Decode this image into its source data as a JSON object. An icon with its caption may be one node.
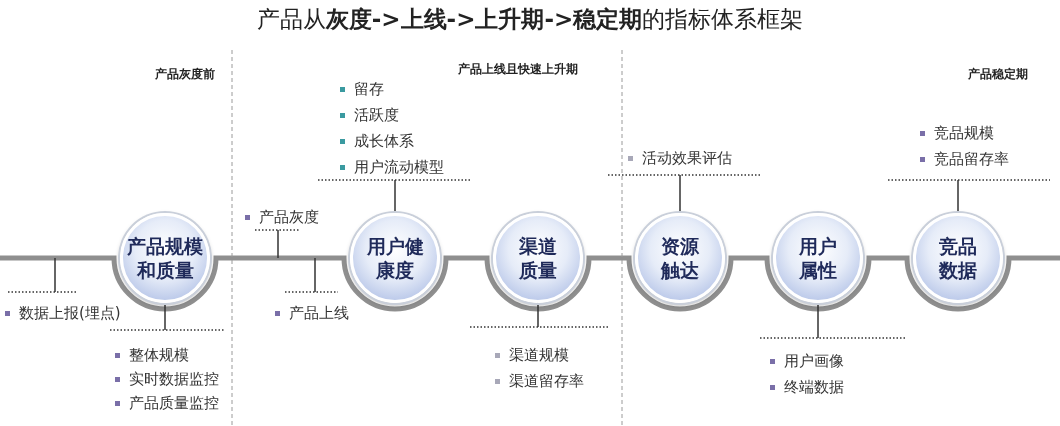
{
  "diagram": {
    "title": "产品从**灰度->上线->上升期->稳定期**的指标体系框架",
    "nodes": [
      {
        "text": [
          "产品规模和质量"
        ],
        "beside": [
          "整体规模",
          "实时数据监控",
          "产品质量监控"
        ]
      },
      {
        "text": [
          "用户健康度"
        ],
        "beside": [
          "留存",
          "活跃度",
          "成长体系",
          "用户流动模型"
        ]
      },
      {
        "text": [
          "渠道质量"
        ],
        "beside": [
          "渠道规模",
          "渠道留存率"
        ]
      },
      {
        "text": [
          "资源触达"
        ],
        "beside": [
          "活动效果评估"
        ]
      },
      {
        "text": [
          "用户属性"
        ],
        "beside": [
          "用户画像",
          "终端数据"
        ]
      },
      {
        "text": [
          "竞品数据"
        ],
        "beside": [
          "竞品规模",
          "竞品留存率"
        ]
      }
    ],
    "labels": [
      "产品灰度前",
      "产品上线且快速上升期",
      "产品稳定期",
      "产品灰度",
      "数据上报(埋点)",
      "产品上线"
    ]
  }
}
